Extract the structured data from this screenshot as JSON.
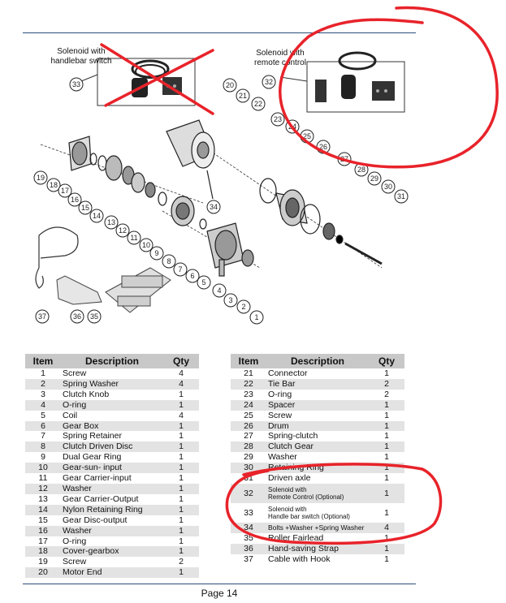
{
  "diagram": {
    "callouts": [
      {
        "label": "Solenoid with\nhandlebar switch",
        "num": "33"
      },
      {
        "label": "Solenoid with\nremote control",
        "num": "32"
      }
    ],
    "part_numbers": [
      "1",
      "2",
      "3",
      "4",
      "5",
      "6",
      "7",
      "8",
      "9",
      "10",
      "11",
      "12",
      "13",
      "14",
      "15",
      "16",
      "17",
      "18",
      "19",
      "20",
      "21",
      "22",
      "23",
      "24",
      "25",
      "26",
      "27",
      "28",
      "29",
      "30",
      "31",
      "34",
      "35",
      "36",
      "37"
    ]
  },
  "table": {
    "headers": {
      "item": "Item",
      "description": "Description",
      "qty": "Qty"
    },
    "left": [
      {
        "item": "1",
        "description": "Screw",
        "qty": "4"
      },
      {
        "item": "2",
        "description": "Spring Washer",
        "qty": "4"
      },
      {
        "item": "3",
        "description": "Clutch Knob",
        "qty": "1"
      },
      {
        "item": "4",
        "description": "O-ring",
        "qty": "1"
      },
      {
        "item": "5",
        "description": "Coil",
        "qty": "4"
      },
      {
        "item": "6",
        "description": "Gear Box",
        "qty": "1"
      },
      {
        "item": "7",
        "description": "Spring Retainer",
        "qty": "1"
      },
      {
        "item": "8",
        "description": "Clutch Driven Disc",
        "qty": "1"
      },
      {
        "item": "9",
        "description": "Dual Gear Ring",
        "qty": "1"
      },
      {
        "item": "10",
        "description": "Gear-sun- input",
        "qty": "1"
      },
      {
        "item": "11",
        "description": "Gear Carrier-input",
        "qty": "1"
      },
      {
        "item": "12",
        "description": "Washer",
        "qty": "1"
      },
      {
        "item": "13",
        "description": "Gear Carrier-Output",
        "qty": "1"
      },
      {
        "item": "14",
        "description": "Nylon Retaining Ring",
        "qty": "1"
      },
      {
        "item": "15",
        "description": "Gear Disc-output",
        "qty": "1"
      },
      {
        "item": "16",
        "description": "Washer",
        "qty": "1"
      },
      {
        "item": "17",
        "description": "O-ring",
        "qty": "1"
      },
      {
        "item": "18",
        "description": "Cover-gearbox",
        "qty": "1"
      },
      {
        "item": "19",
        "description": "Screw",
        "qty": "2"
      },
      {
        "item": "20",
        "description": "Motor End",
        "qty": "1"
      }
    ],
    "right": [
      {
        "item": "21",
        "description": "Connector",
        "qty": "1"
      },
      {
        "item": "22",
        "description": "Tie Bar",
        "qty": "2"
      },
      {
        "item": "23",
        "description": "O-ring",
        "qty": "2"
      },
      {
        "item": "24",
        "description": "Spacer",
        "qty": "1"
      },
      {
        "item": "25",
        "description": "Screw",
        "qty": "1"
      },
      {
        "item": "26",
        "description": "Drum",
        "qty": "1"
      },
      {
        "item": "27",
        "description": "Spring-clutch",
        "qty": "1"
      },
      {
        "item": "28",
        "description": "Clutch Gear",
        "qty": "1"
      },
      {
        "item": "29",
        "description": "Washer",
        "qty": "1"
      },
      {
        "item": "30",
        "description": "Retaining Ring",
        "qty": "1"
      },
      {
        "item": "31",
        "description": "Driven axle",
        "qty": "1"
      },
      {
        "item": "32",
        "description": "Solenoid with\nRemote Control (Optional)",
        "qty": "1",
        "small": true
      },
      {
        "item": "33",
        "description": "Solenoid with\nHandle bar switch (Optional)",
        "qty": "1",
        "small": true
      },
      {
        "item": "34",
        "description": "Bolts +Washer +Spring Washer",
        "qty": "4",
        "smallOne": true
      },
      {
        "item": "35",
        "description": "Roller Fairlead",
        "qty": "1"
      },
      {
        "item": "36",
        "description": "Hand-saving Strap",
        "qty": "1"
      },
      {
        "item": "37",
        "description": "Cable with Hook",
        "qty": "1"
      }
    ]
  },
  "footer": {
    "page": "Page 14"
  },
  "colors": {
    "markup_red": "#e8232a",
    "rule_blue": "#2b4d7a",
    "header_gray": "#c8c8c8",
    "row_gray": "#e3e3e3"
  }
}
